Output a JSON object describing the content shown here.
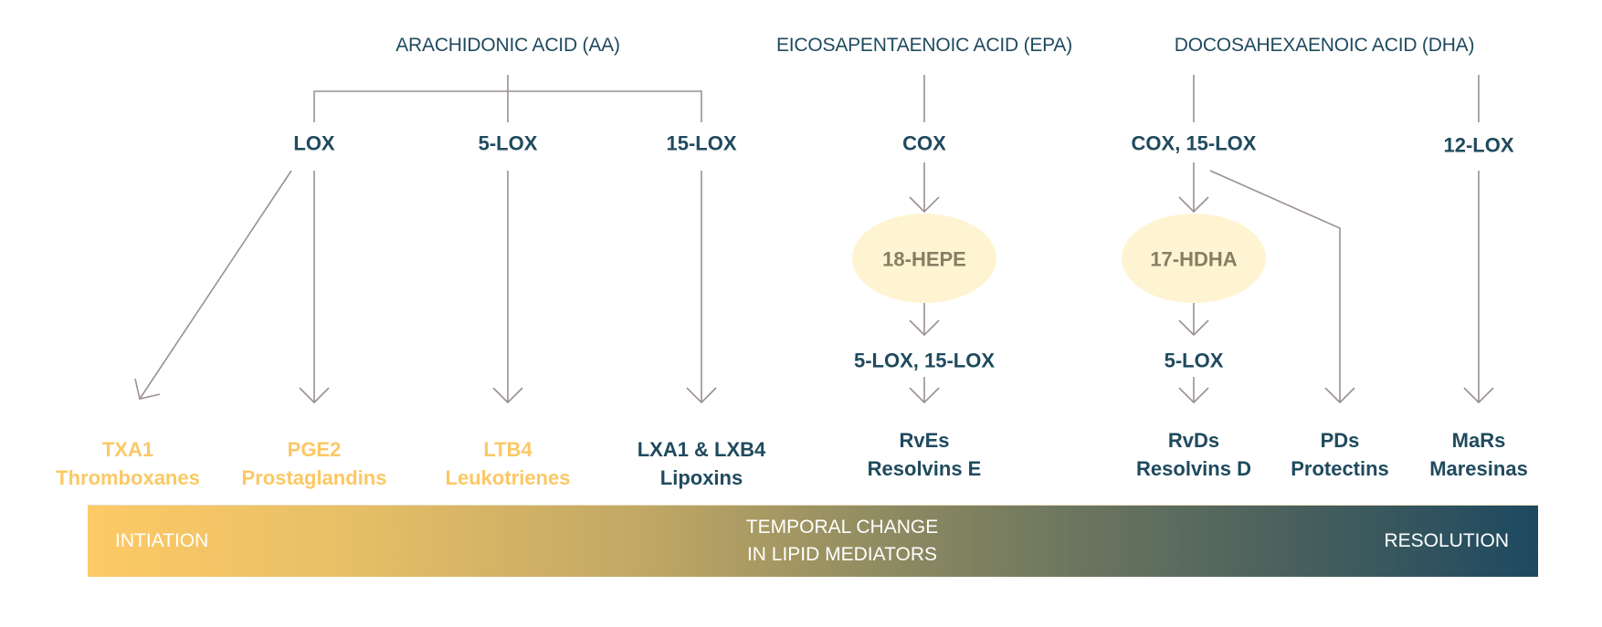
{
  "acids": {
    "aa": "ARACHIDONIC ACID (AA)",
    "epa": "EICOSAPENTAENOIC ACID (EPA)",
    "dha": "DOCOSAHEXAENOIC ACID (DHA)"
  },
  "enzymes": {
    "aa_lox": "LOX",
    "aa_5lox": "5-LOX",
    "aa_15lox": "15-LOX",
    "epa_cox": "COX",
    "epa_5lox_15lox": "5-LOX, 15-LOX",
    "dha_cox_15lox": "COX, 15-LOX",
    "dha_5lox": "5-LOX",
    "dha_12lox": "12-LOX"
  },
  "intermediates": {
    "hepe": "18-HEPE",
    "hdha": "17-HDHA"
  },
  "products": [
    {
      "code": "TXA1",
      "name": "Thromboxanes",
      "tone": "warm"
    },
    {
      "code": "PGE2",
      "name": "Prostaglandins",
      "tone": "warm"
    },
    {
      "code": "LTB4",
      "name": "Leukotrienes",
      "tone": "warm"
    },
    {
      "code": "LXA1 & LXB4",
      "name": "Lipoxins",
      "tone": "cool"
    },
    {
      "code": "RvEs",
      "name": "Resolvins E",
      "tone": "cool"
    },
    {
      "code": "RvDs",
      "name": "Resolvins D",
      "tone": "cool"
    },
    {
      "code": "PDs",
      "name": "Protectins",
      "tone": "cool"
    },
    {
      "code": "MaRs",
      "name": "Maresinas",
      "tone": "cool"
    }
  ],
  "timeline": {
    "start": "INTIATION",
    "middle_line1": "TEMPORAL CHANGE",
    "middle_line2": "IN LIPID MEDIATORS",
    "end": "RESOLUTION"
  },
  "colors": {
    "dark_text": "#1f4a5e",
    "warm_text": "#fbc865",
    "intermediate_fill": "#fff4d2",
    "intermediate_text": "#857e62",
    "arrow": "#9a918f",
    "gradient_start": "#fdca66",
    "gradient_end": "#1d4960"
  }
}
